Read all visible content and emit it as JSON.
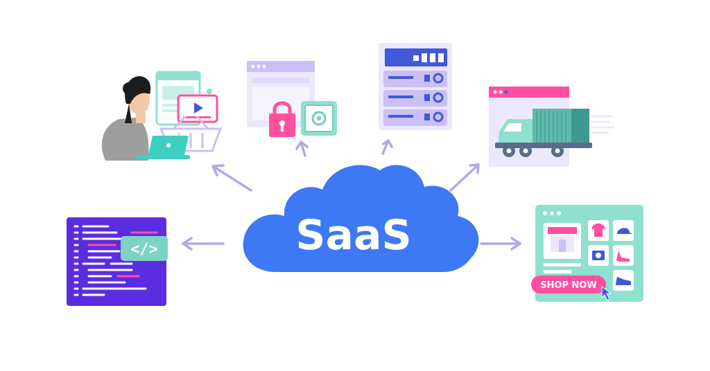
{
  "center": {
    "label": "SaaS"
  },
  "code_icon": {
    "tag": "</>"
  },
  "shop": {
    "button_label": "SHOP NOW"
  },
  "colors": {
    "cloud": "#3d78f5",
    "arrow": "#b3a6ea",
    "lavender": "#cbbff5",
    "lavender_light": "#ece8fb",
    "pink": "#ff4fa0",
    "mint": "#8fe0cf",
    "teal": "#7dd3c3",
    "purple_dark": "#5b2de0",
    "nav_blue": "#3f59d9"
  },
  "icons": [
    "person-laptop-illustration",
    "secure-browser-illustration",
    "server-rack-illustration",
    "delivery-truck-illustration",
    "code-editor-illustration",
    "online-shop-illustration"
  ]
}
